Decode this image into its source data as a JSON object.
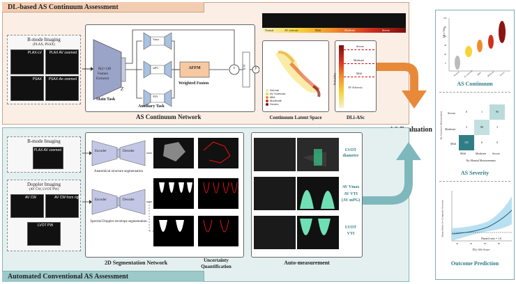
{
  "top": {
    "title": "DL-based AS Continuum Assessment",
    "network_title": "AS Continuum Network",
    "bmode": {
      "title": "B-mode Imaging",
      "subtitle": "(PLAX, PSAX)",
      "views": [
        "PLAX-LV",
        "PLAX AV zoomed",
        "PSAX",
        "PSAX-Ao zoomed"
      ]
    },
    "extractor": {
      "label1": "R(2+1)D",
      "label2": "Feature",
      "label3": "Extractor",
      "z": "Z"
    },
    "main_task": "Main Task",
    "aux_task": "Auxiliary Task",
    "aux_heads": [
      "Vmax",
      "mPG",
      "AVA"
    ],
    "affm": "AFFM",
    "weighted_fusion": "Weighted Fusion",
    "concat": "c",
    "fcn": "FCN",
    "yhat": "ŷ",
    "strip_labels": [
      "Normal",
      "AV sclerosis",
      "Mild",
      "Moderate",
      "Severe"
    ],
    "latent": {
      "title": "Continuum Latent Space",
      "legend": [
        "Normal",
        "AV Sclerosis",
        "Mild",
        "Moderate",
        "Severe"
      ]
    },
    "dliasc": {
      "title": "DLi-ASc",
      "axis": "Probability",
      "levels": [
        "Severe",
        "Moderate",
        "Mild",
        "AV Sclerosis"
      ]
    }
  },
  "evaluation": "AS Evaluation",
  "bottom": {
    "title": "Automated Conventional AS Assessment",
    "bmode": {
      "title": "B-mode Imaging",
      "view": "PLAX AV zoomed"
    },
    "doppler": {
      "title": "Doppler Imaging",
      "subtitle": "(AV CW, LVOT PW)",
      "views": [
        "AV CW",
        "AV CW from right parasternal",
        "LVOT PW"
      ]
    },
    "encoder": "Encoder",
    "decoder": "Decoder",
    "seg1": "Anatomical structure segmentation",
    "seg2": "Spectral Doppler envelope segmentation",
    "seg_title": "2D Segmentation Network",
    "uq_title1": "Uncertainty",
    "uq_title2": "Quantification",
    "auto_title": "Auto-measurement",
    "measures": [
      "LVOT",
      "diameter",
      "AV Vmax",
      "AV VTI",
      "(AV mPG)",
      "LVOT",
      "VTI"
    ]
  },
  "right": {
    "continuum": {
      "title": "AS Continuum",
      "ylabel": "DLi-ASc",
      "yticks": [
        "100",
        "80",
        "60",
        "40",
        "20",
        "0"
      ],
      "xcats": [
        "Normal",
        "AV sclerosis",
        "Mild",
        "Moderate",
        "Severe"
      ]
    },
    "severity": {
      "title": "AS Severity",
      "ylabel": "By Automatic Measurements",
      "xlabel": "By Manual Measurements",
      "rows": [
        "Severe",
        "Moderate",
        "Mild"
      ],
      "cols": [
        "Mild",
        "Moderate",
        "Severe"
      ],
      "matrix": [
        [
          "0",
          "1",
          "96"
        ],
        [
          "2",
          "88",
          "3"
        ],
        [
          "131",
          "6",
          "0"
        ]
      ]
    },
    "outcome": {
      "title": "Outcome Prediction",
      "ylabel": "Hazard Ratio for Composite Outcome",
      "xlabel": "DLi-ASc Score",
      "ref": "Hazard ratio = 1.0",
      "xticks": [
        "20",
        "40",
        "60",
        "80"
      ]
    }
  },
  "colors": {
    "top_bg": "#fbeee4",
    "bottom_bg": "#e4f0f0",
    "orange_arrow": "#e8893a",
    "teal_arrow": "#7fb8bc",
    "teal_dark": "#2f7e86"
  }
}
